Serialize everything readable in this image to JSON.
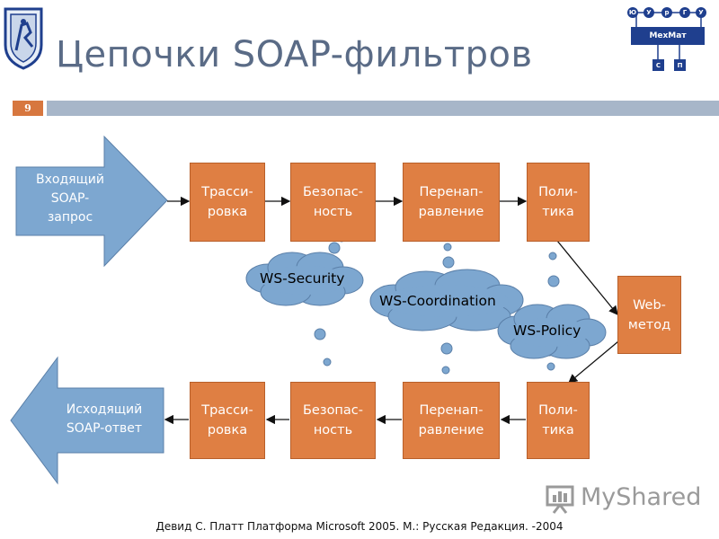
{
  "slide": {
    "title": "Цепочки SOAP-фильтров",
    "page_number": "9",
    "footer": "Девид С. Платт Платформа Microsoft 2005. М.: Русская Редакция. -2004",
    "watermark": "MyShared"
  },
  "logo_right": {
    "top_letters": [
      "Ю",
      "У",
      "р",
      "Г",
      "У"
    ],
    "center_label": "МехМат",
    "bottom_letters": [
      "С",
      "П"
    ]
  },
  "diagram": {
    "incoming": {
      "line1": "Входящий",
      "line2": "SOAP-",
      "line3": "запрос"
    },
    "outgoing": {
      "line1": "Исходящий",
      "line2": "SOAP-ответ"
    },
    "top_row": [
      {
        "line1": "Трасси-",
        "line2": "ровка"
      },
      {
        "line1": "Безопас-",
        "line2": "ность"
      },
      {
        "line1": "Перенап-",
        "line2": "равление"
      },
      {
        "line1": "Поли-",
        "line2": "тика"
      }
    ],
    "bottom_row": [
      {
        "line1": "Трасси-",
        "line2": "ровка"
      },
      {
        "line1": "Безопас-",
        "line2": "ность"
      },
      {
        "line1": "Перенап-",
        "line2": "равление"
      },
      {
        "line1": "Поли-",
        "line2": "тика"
      }
    ],
    "web_method": {
      "line1": "Web-",
      "line2": "метод"
    },
    "clouds": {
      "security": "WS-Security",
      "coordination": "WS-Coordination",
      "policy": "WS-Policy"
    }
  },
  "colors": {
    "box_fill": "#df7f43",
    "arrow_fill": "#7da7d0",
    "cloud_fill": "#7da7d0",
    "title": "#5a6b86",
    "page_bar": "#a7b6c9",
    "page_number_bg": "#d7773f"
  }
}
